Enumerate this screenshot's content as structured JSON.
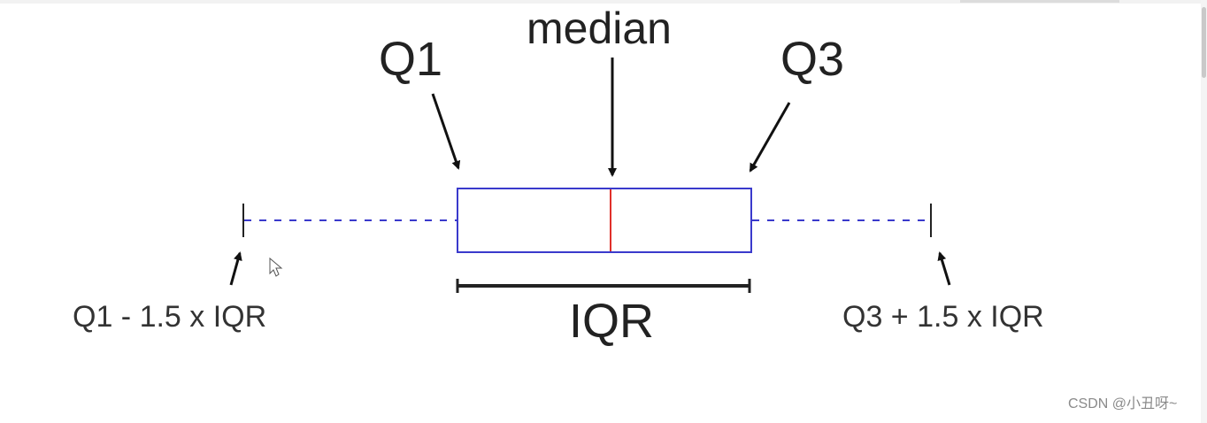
{
  "labels": {
    "median": "median",
    "q1": "Q1",
    "q3": "Q3",
    "iqr": "IQR",
    "lower_whisker": "Q1 - 1.5 x IQR",
    "upper_whisker": "Q3 + 1.5 x IQR"
  },
  "watermark": "CSDN @小丑呀~",
  "colors": {
    "box": "#3a3acc",
    "median_line": "#e0302a",
    "whisker": "#3a3acc",
    "arrow": "#111111",
    "text": "#222222",
    "background": "#ffffff"
  },
  "icons": {
    "cursor": "mouse-pointer-icon"
  }
}
